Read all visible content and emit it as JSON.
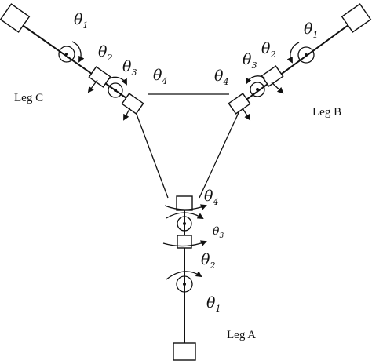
{
  "legs": {
    "a": "Leg A",
    "b": "Leg B",
    "c": "Leg C"
  },
  "theta": {
    "symbol": "θ",
    "s1": "1",
    "s2": "2",
    "s3": "3",
    "s4": "4"
  }
}
